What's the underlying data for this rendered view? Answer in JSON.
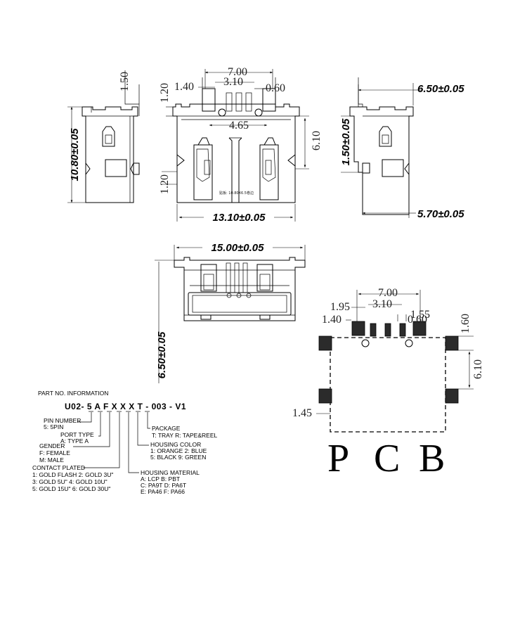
{
  "side_view_left": {
    "dim_height": "10.80±0.05",
    "dim_top_tab": "1.50"
  },
  "front_view": {
    "dim_7_00": "7.00",
    "dim_1_40": "1.40",
    "dim_3_10": "3.10",
    "dim_0_60": "0.60",
    "dim_1_20_top": "1.20",
    "dim_4_65": "4.65",
    "dim_6_10": "6.10",
    "dim_1_20_bottom": "1.20",
    "dim_width": "13.10±0.05",
    "note": "贴板: 10.80X6.5卷边"
  },
  "side_view_right": {
    "dim_top": "6.50±0.05",
    "dim_mid": "1.50±0.05",
    "dim_bottom": "5.70±0.05"
  },
  "bottom_view": {
    "dim_width": "15.00±0.05",
    "dim_height": "6.50±0.05"
  },
  "pcb_layout": {
    "dim_7_00": "7.00",
    "dim_1_95": "1.95",
    "dim_3_10": "3.10",
    "dim_1_55": "1.55",
    "dim_1_40": "1.40",
    "dim_0_60": "0.60",
    "dim_1_60": "1.60",
    "dim_6_10": "6.10",
    "dim_1_45": "1.45",
    "title_p": "P",
    "title_c": "C",
    "title_b": "B"
  },
  "part_number": {
    "heading": "PART NO. INFORMATION",
    "code": "U02- 5 A F X X X T - 003 - V1",
    "pin_title": "PIN NUMBER",
    "pin_1": "5: 5PIN",
    "port_title": "PORT TYPE",
    "port_1": "A: TYPE A",
    "gender_title": "GENDER",
    "gender_1": "F: FEMALE",
    "gender_2": "M: MALE",
    "contact_title": "CONTACT PLATED",
    "contact_1": "1: GOLD FLASH  2: GOLD 3U\"",
    "contact_2": "3: GOLD 5U\"    4: GOLD 10U\"",
    "contact_3": "5: GOLD 15U\"   6: GOLD 30U\"",
    "housing_mat_title": "HOUSING MATERIAL",
    "housing_mat_1": "A: LCP      B: PBT",
    "housing_mat_2": "C: PA9T     D: PA6T",
    "housing_mat_3": "E: PA46     F: PA66",
    "color_title": "HOUSING COLOR",
    "color_1": "1: ORANGE  2: BLUE",
    "color_2": "5: BLACK    9: GREEN",
    "package_title": "PACKAGE",
    "package_1": "T: TRAY  R: TAPE&REEL"
  }
}
